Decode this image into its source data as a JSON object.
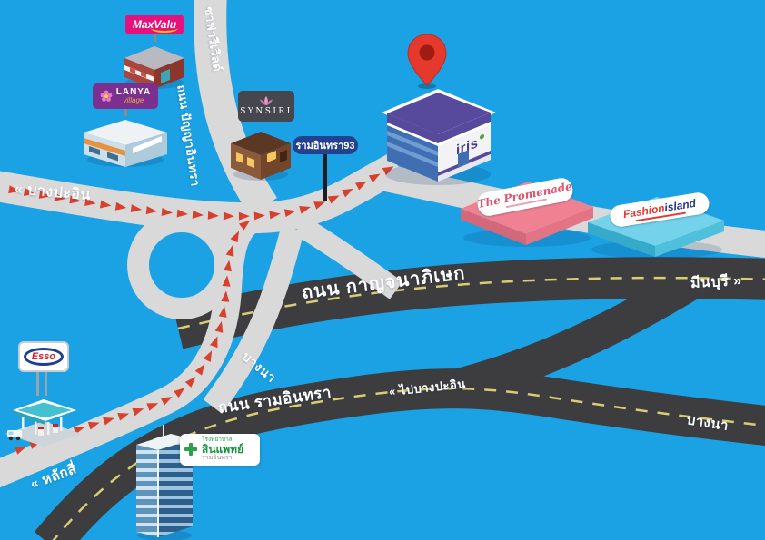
{
  "colors": {
    "background": "#1ba2e4",
    "road_light": "#d9d9d9",
    "road_dark": "#3d3d40",
    "lane_dash": "#d6cd74",
    "route": "#d8402e",
    "pin": "#e6392d"
  },
  "road_labels": {
    "bang_pa_in_west": "« บางปะอิน",
    "safari_world": "ซาฟารีเวิลด์",
    "panya_indra": "ถนน ปัญญาอินทรา",
    "kanchanaphisek": "ถนน กาญจนาภิเษก",
    "min_buri": "มีนบุรี »",
    "bang_na_ramp": "บางนา",
    "ram_inthra": "ถนน รามอินทรา",
    "to_bang_pa_in": "« ไปบางปะอิน",
    "bang_na_east": "บางนา",
    "lak_si": "« หลักสี่"
  },
  "landmarks": {
    "maxvalu": {
      "name": "MaxValu"
    },
    "lanya": {
      "name": "LANYA",
      "sub": "village"
    },
    "synsiri": {
      "name": "SYNSIRI"
    },
    "soi_sign": {
      "label": "รามอินทรา93"
    },
    "iris": {
      "name": "iris"
    },
    "promenade": {
      "name": "The Promenade"
    },
    "fashion_island": {
      "part1": "Fashion",
      "part2": "island"
    },
    "esso": {
      "name": "Esso"
    },
    "hospital": {
      "prefix": "โรงพยาบาล",
      "name": "สินแพทย์",
      "branch": "รามอินทรา"
    }
  }
}
